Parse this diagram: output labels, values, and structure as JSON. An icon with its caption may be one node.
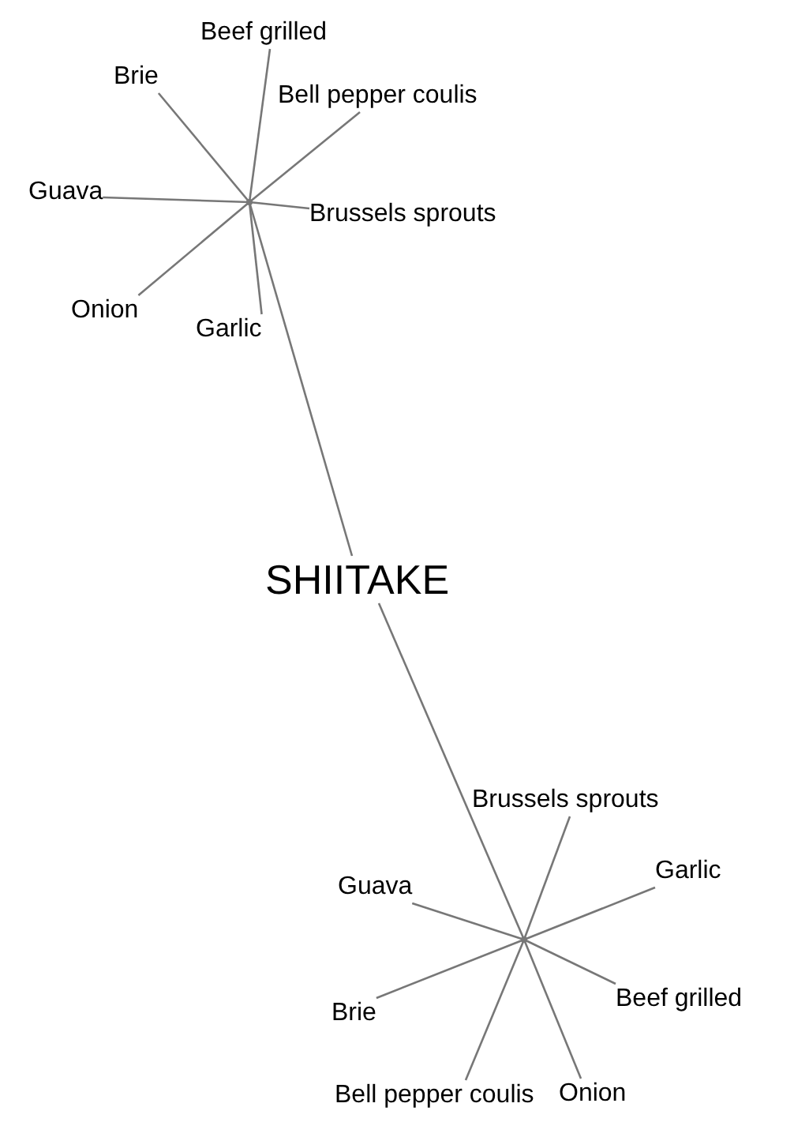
{
  "diagram": {
    "nodes": [
      {
        "text": [],
        "shape": "point"
      },
      {
        "text": [
          "Beef grilled"
        ]
      },
      {
        "text": [
          "Brie"
        ]
      },
      {
        "text": [
          "Bell pepper coulis"
        ]
      },
      {
        "text": [
          "Guava"
        ]
      },
      {
        "text": [
          "Brussels sprouts"
        ]
      },
      {
        "text": [
          "Onion"
        ]
      },
      {
        "text": [
          "Garlic"
        ]
      },
      {
        "text": [
          "SHIITAKE"
        ]
      },
      {
        "text": [],
        "shape": "point"
      },
      {
        "text": [
          "Brussels sprouts"
        ]
      },
      {
        "text": [
          "Garlic"
        ]
      },
      {
        "text": [
          "Guava"
        ]
      },
      {
        "text": [
          "Beef grilled"
        ]
      },
      {
        "text": [
          "Brie"
        ]
      },
      {
        "text": [
          "Bell pepper coulis"
        ]
      },
      {
        "text": [
          "Onion"
        ]
      }
    ],
    "edges": [
      {
        "from": 8,
        "to": 0,
        "arrow": "none"
      },
      {
        "from": 0,
        "to": 1,
        "arrow": "none"
      },
      {
        "from": 0,
        "to": 2,
        "arrow": "none"
      },
      {
        "from": 0,
        "to": 3,
        "arrow": "none"
      },
      {
        "from": 0,
        "to": 4,
        "arrow": "none"
      },
      {
        "from": 0,
        "to": 5,
        "arrow": "none"
      },
      {
        "from": 0,
        "to": 6,
        "arrow": "none"
      },
      {
        "from": 0,
        "to": 7,
        "arrow": "none"
      },
      {
        "from": 8,
        "to": 9,
        "arrow": "none"
      },
      {
        "from": 9,
        "to": 10,
        "arrow": "none"
      },
      {
        "from": 9,
        "to": 11,
        "arrow": "none"
      },
      {
        "from": 9,
        "to": 12,
        "arrow": "none"
      },
      {
        "from": 9,
        "to": 13,
        "arrow": "none"
      },
      {
        "from": 9,
        "to": 14,
        "arrow": "none"
      },
      {
        "from": 9,
        "to": 15,
        "arrow": "none"
      },
      {
        "from": 9,
        "to": 16,
        "arrow": "none"
      }
    ]
  }
}
